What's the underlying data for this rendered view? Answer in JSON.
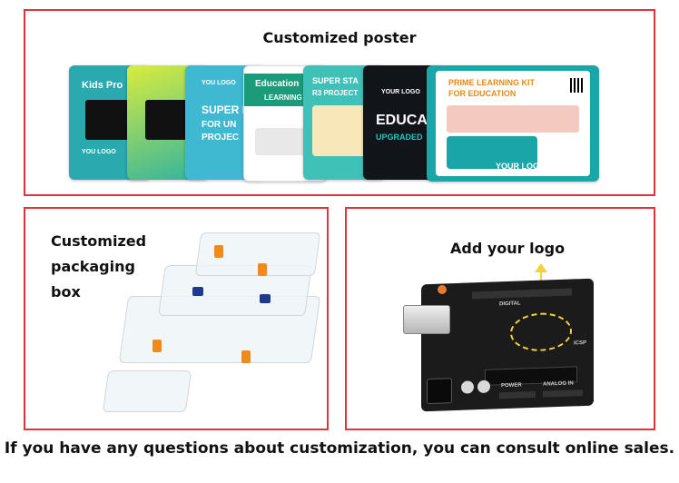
{
  "poster_section": {
    "title": "Customized poster",
    "posters": [
      {
        "text": "Kids Pro",
        "logo": "YOU LOGO"
      },
      {
        "text": "",
        "logo": ""
      },
      {
        "text": "SUPER I",
        "sub": "FOR UN",
        "sub2": "PROJEC",
        "logo": "YOU LOGO"
      },
      {
        "text": "Education",
        "sub": "LEARNING"
      },
      {
        "text": "SUPER STA",
        "sub": "R3 PROJECT"
      },
      {
        "text": "EDUCA",
        "sub": "UPGRADED",
        "logo": "YOUR LOGO"
      },
      {
        "text": "PRIME LEARNING KIT",
        "sub": "FOR EDUCATION",
        "logo": "YOUR LOGO"
      }
    ]
  },
  "packaging_section": {
    "title_line1": "Customized",
    "title_line2": "packaging",
    "title_line3": "box"
  },
  "logo_section": {
    "title": "Add your logo",
    "board_labels": {
      "digital": "DIGITAL",
      "power": "POWER",
      "analog": "ANALOG IN",
      "icsp": "ICSP"
    }
  },
  "footer": {
    "text": "If you have any questions about customization, you can consult online sales."
  },
  "colors": {
    "frame": "#e2323a",
    "teal": "#1aa6a8",
    "board": "#1b1b1b",
    "logo_marker": "#f2d23a"
  }
}
